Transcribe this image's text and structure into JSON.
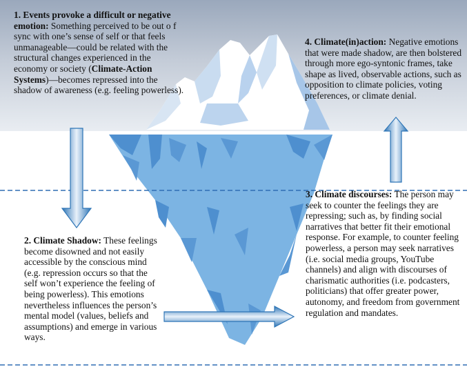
{
  "boxes": {
    "events": {
      "heading": "1. Events provoke a difficult or negative emotion:",
      "text_a": " Something perceived to be out o f sync with one’s sense of self or that feels unmanageable—could be related with the structural changes experienced in the economy or society (",
      "emphasis": "Climate-Action Systems",
      "text_b": ")—becomes repressed into the shadow of awareness (e.g. feeling powerless)."
    },
    "shadow": {
      "heading": "2. Climate Shadow:",
      "text": " These feelings become disowned and not easily accessible by the conscious mind (e.g. repression occurs so that the self won’t experience the feeling of being powerless). This emotions nevertheless  influences the person’s mental model (values, beliefs and assumptions) and emerge in various ways."
    },
    "discourses": {
      "heading": "3. Climate discourses:",
      "text": " The person may seek to counter the feelings they are repressing; such as, by finding social narratives that better fit their emotional response.  For example, to counter feeling powerless, a person may seek narratives (i.e. social media groups, YouTube channels) and align with discourses of charismatic authorities (i.e. podcasters, politicians) that offer greater power, autonomy, and freedom from government  regulation and mandates."
    },
    "inaction": {
      "heading": "4. Climate(in)action:",
      "text": " Negative emotions that were made shadow, are then bolstered through more ego-syntonic frames, take shape as  lived, observable actions, such as opposition to climate policies, voting preferences, or climate denial."
    }
  },
  "colors": {
    "sky_top": "#9aa8bc",
    "ice_tip": "#ffffff",
    "ice_shadow": "#8fb3dd",
    "underwater_ice": "#7cb4e3",
    "underwater_facet": "#4e8fcf",
    "arrow": "#2e75b6",
    "waterline": "#2e6db4"
  },
  "icons": [
    "down-arrow",
    "up-arrow",
    "right-arrow"
  ]
}
